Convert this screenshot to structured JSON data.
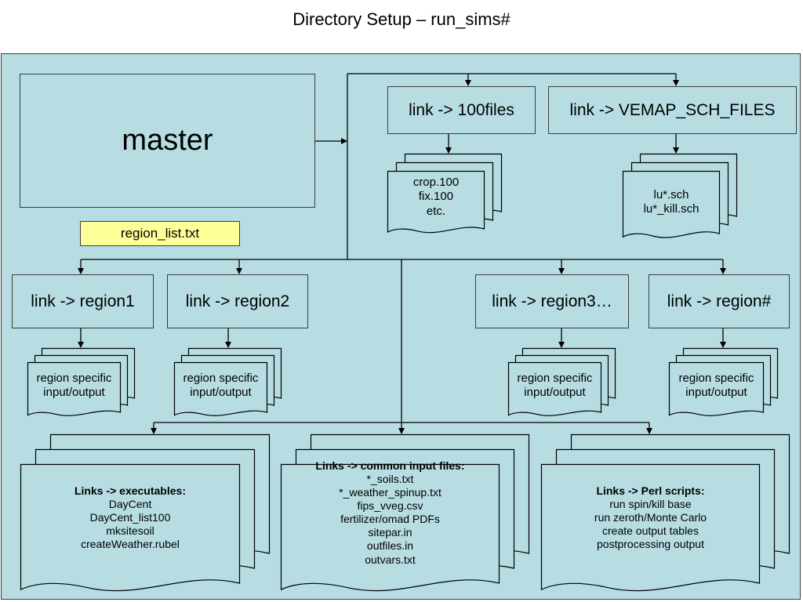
{
  "title": "Directory Setup – run_sims#",
  "master": {
    "label": "master"
  },
  "region_list": {
    "label": "region_list.txt"
  },
  "links": {
    "files100": "link -> 100files",
    "vemap": "link -> VEMAP_SCH_FILES",
    "region1": "link -> region1",
    "region2": "link -> region2",
    "region3": "link -> region3…",
    "regionN": "link -> region#"
  },
  "files100_docs": [
    "crop.100",
    "fix.100",
    "etc."
  ],
  "vemap_docs": [
    "lu*.sch",
    "lu*_kill.sch"
  ],
  "region_docs": [
    "region specific",
    "input/output"
  ],
  "executables": {
    "heading": "Links -> executables:",
    "items": [
      "DayCent",
      "DayCent_list100",
      "mksitesoil",
      "createWeather.rubel"
    ]
  },
  "common_inputs": {
    "heading": "Links -> common input files:",
    "items": [
      "*_soils.txt",
      "*_weather_spinup.txt",
      "fips_vveg.csv",
      "fertilizer/omad PDFs",
      "sitepar.in",
      "outfiles.in",
      "outvars.txt"
    ]
  },
  "perl_scripts": {
    "heading": "Links -> Perl scripts:",
    "items": [
      "run spin/kill base",
      "run zeroth/Monte Carlo",
      "create output tables",
      "postprocessing output"
    ]
  },
  "colors": {
    "panel": "#b7dde3",
    "note": "#ffff99",
    "line": "#000000"
  }
}
